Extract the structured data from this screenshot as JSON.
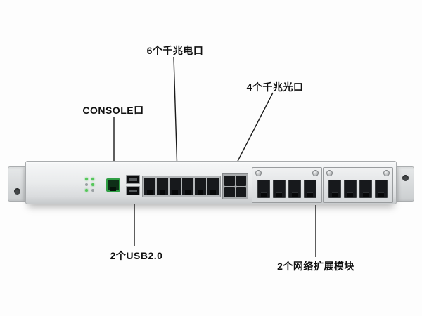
{
  "annotations": {
    "ethernet_ports": {
      "label": "6个千兆电口"
    },
    "optical_ports": {
      "label": "4个千兆光口"
    },
    "console_port": {
      "label": "CONSOLE口"
    },
    "usb_ports": {
      "label": "2个USB2.0"
    },
    "expansion_modules": {
      "label": "2个网络扩展模块"
    }
  },
  "ports": {
    "ethernet": 6,
    "optical": 4,
    "usb": 2,
    "expansion_module_ports": 4
  },
  "colors": {
    "background": "#fdfdfd",
    "text": "#111111",
    "line": "#1a1a1a",
    "port_dark": "#17191c",
    "console_green": "#2f9e44",
    "led_green": "#55c75a"
  }
}
